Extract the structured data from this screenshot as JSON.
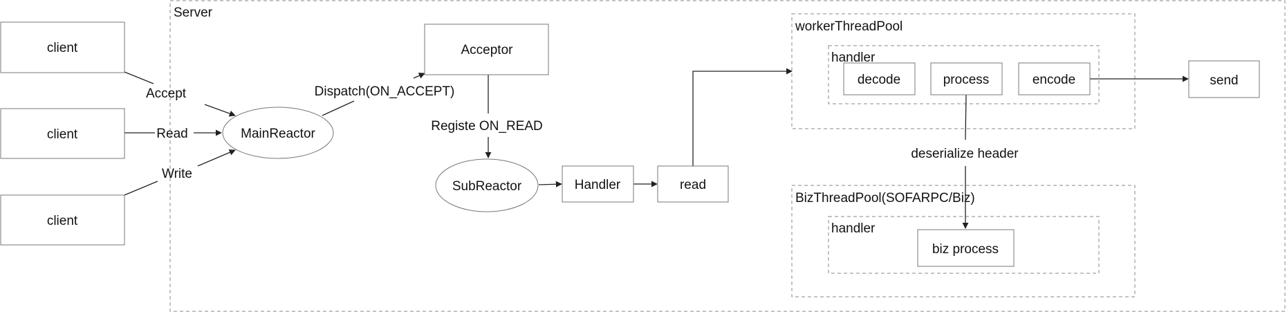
{
  "containers": {
    "server": "Server",
    "worker_pool": "workerThreadPool",
    "worker_handler": "handler",
    "biz_pool": "BizThreadPool(SOFARPC/Biz)",
    "biz_handler": "handler"
  },
  "nodes": {
    "client_1": "client",
    "client_2": "client",
    "client_3": "client",
    "main_reactor": "MainReactor",
    "acceptor": "Acceptor",
    "sub_reactor": "SubReactor",
    "handler": "Handler",
    "read": "read",
    "decode": "decode",
    "process": "process",
    "encode": "encode",
    "send": "send",
    "biz_process": "biz process"
  },
  "edges": {
    "accept": "Accept",
    "read": "Read",
    "write": "Write",
    "dispatch": "Dispatch(ON_ACCEPT)",
    "registe": "Registe ON_READ",
    "deserialize": "deserialize header"
  }
}
